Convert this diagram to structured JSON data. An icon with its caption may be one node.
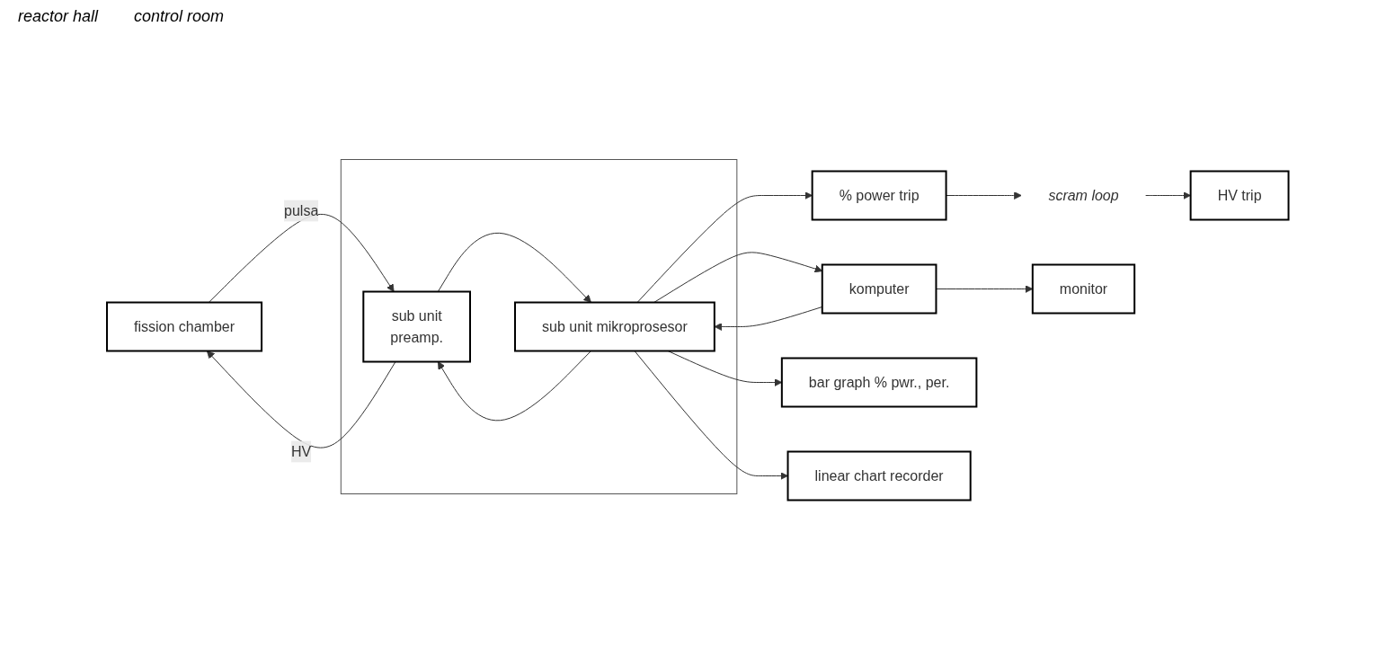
{
  "diagram": {
    "nodes": [
      {
        "text": [
          "fission chamber"
        ]
      },
      {
        "text": [],
        "shape": "box"
      },
      {
        "text": [
          "sub unit",
          "preamp."
        ],
        "in": 1
      },
      {
        "text": [
          "sub unit mikroprosesor"
        ],
        "in": 1
      },
      {
        "text": [
          "% power trip"
        ]
      },
      {
        "text": [
          "HV trip"
        ]
      },
      {
        "text": [
          "scram loop"
        ]
      },
      {
        "text": [
          "komputer"
        ]
      },
      {
        "text": [
          "monitor"
        ]
      },
      {
        "text": [
          "bar graph % pwr., per."
        ]
      },
      {
        "text": [
          "linear chart recorder"
        ]
      }
    ],
    "edges": [
      {
        "from": 0,
        "to": 2,
        "arrow": "to",
        "label": "pulsa"
      },
      {
        "from": 2,
        "to": 0,
        "arrow": "to",
        "label": "HV"
      },
      {
        "from": 2,
        "to": 3,
        "arrow": "to"
      },
      {
        "from": 3,
        "to": 2,
        "arrow": "to"
      },
      {
        "from": 3,
        "to": 4,
        "arrow": "to"
      },
      {
        "from": 4,
        "to": 6,
        "arrow": "to"
      },
      {
        "from": 6,
        "to": 5,
        "arrow": "to"
      },
      {
        "from": 3,
        "to": 7,
        "arrow": "to"
      },
      {
        "from": 7,
        "to": 3,
        "arrow": "to"
      },
      {
        "from": 7,
        "to": 8,
        "arrow": "to"
      },
      {
        "from": 3,
        "to": 9,
        "arrow": "to"
      },
      {
        "from": 3,
        "to": 10,
        "arrow": "to"
      }
    ],
    "labels": [
      "reactor hall",
      "control room"
    ]
  }
}
